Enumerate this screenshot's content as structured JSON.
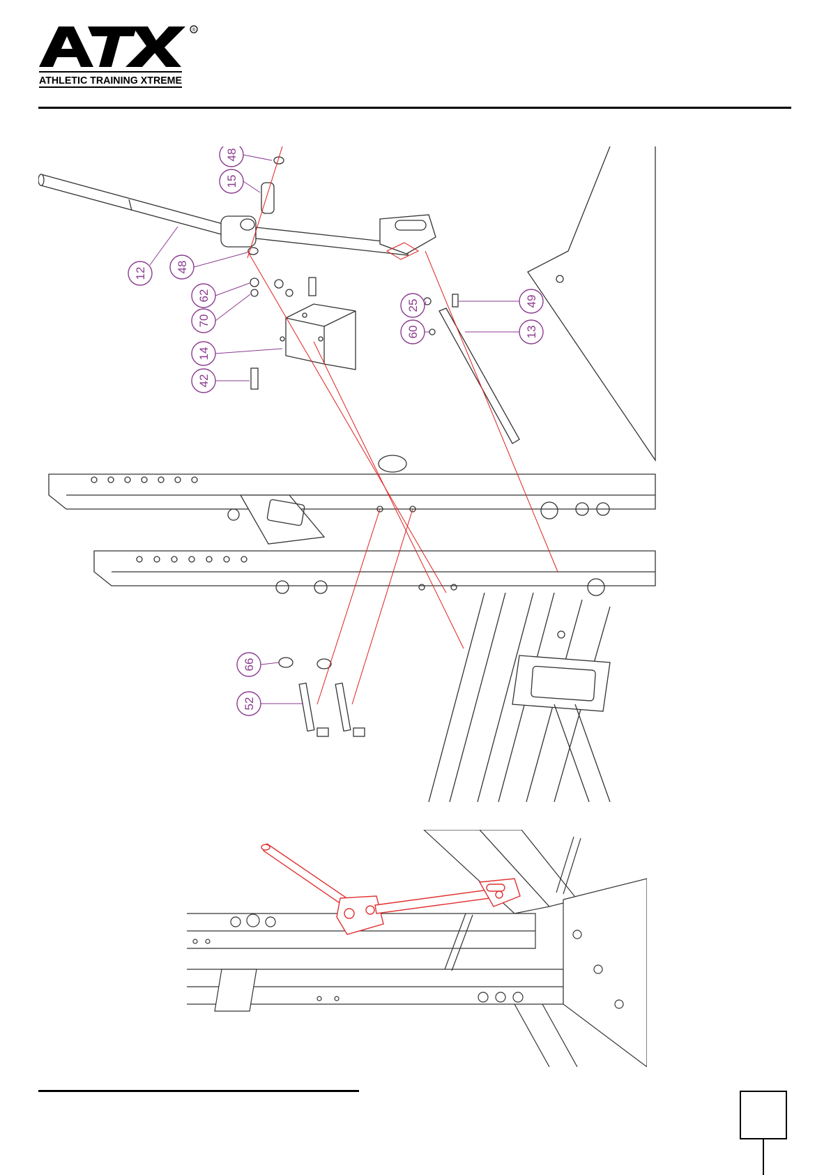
{
  "logo": {
    "brand": "ATX",
    "registered": "®",
    "tagline": "ATHLETIC TRAINING XTREME"
  },
  "page": {
    "number": ""
  },
  "callouts": [
    {
      "label": "48"
    },
    {
      "label": "15"
    },
    {
      "label": "12"
    },
    {
      "label": "48"
    },
    {
      "label": "62"
    },
    {
      "label": "70"
    },
    {
      "label": "14"
    },
    {
      "label": "42"
    },
    {
      "label": "25"
    },
    {
      "label": "49"
    },
    {
      "label": "60"
    },
    {
      "label": "13"
    },
    {
      "label": "66"
    },
    {
      "label": "52"
    }
  ],
  "colors": {
    "callout": "#8a3a8f",
    "leader": "#e02020",
    "highlight": "#e03030",
    "line": "#333333"
  }
}
